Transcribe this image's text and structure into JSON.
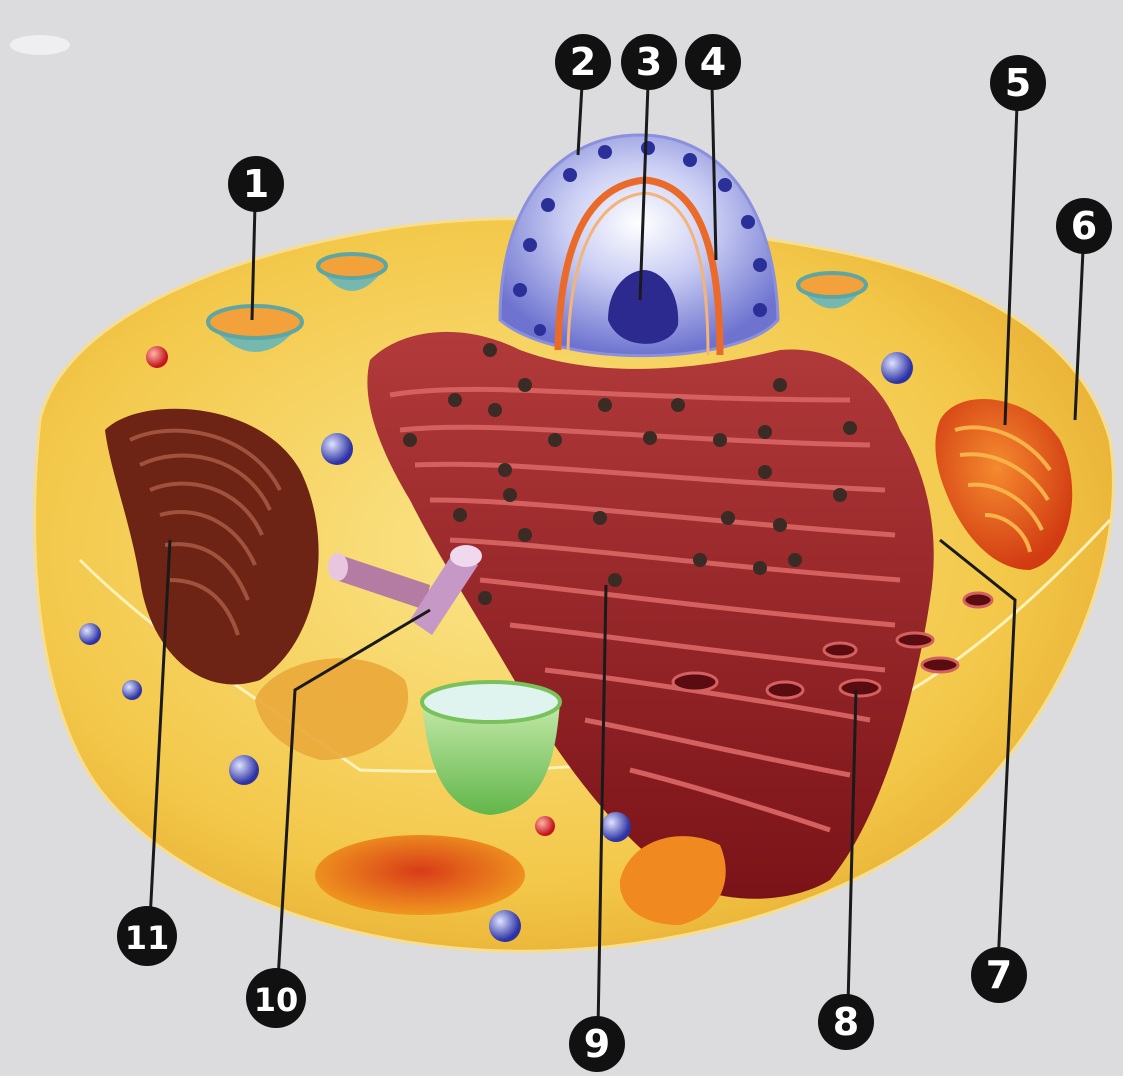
{
  "diagram": {
    "colors": {
      "background": "#dcdcde",
      "cytoplasm": "#f3c84a",
      "nucleus": "#7c84d8",
      "rough_er": "#9b1d26",
      "mitochondrion": "#e2551c",
      "golgi": "#6e2414",
      "vacuole": "#8fcf6b",
      "label_badge": "#111111"
    },
    "labels": [
      {
        "id": "1",
        "text": "1"
      },
      {
        "id": "2",
        "text": "2"
      },
      {
        "id": "3",
        "text": "3"
      },
      {
        "id": "4",
        "text": "4"
      },
      {
        "id": "5",
        "text": "5"
      },
      {
        "id": "6",
        "text": "6"
      },
      {
        "id": "7",
        "text": "7"
      },
      {
        "id": "8",
        "text": "8"
      },
      {
        "id": "9",
        "text": "9"
      },
      {
        "id": "10",
        "text": "10"
      },
      {
        "id": "11",
        "text": "11"
      }
    ]
  }
}
